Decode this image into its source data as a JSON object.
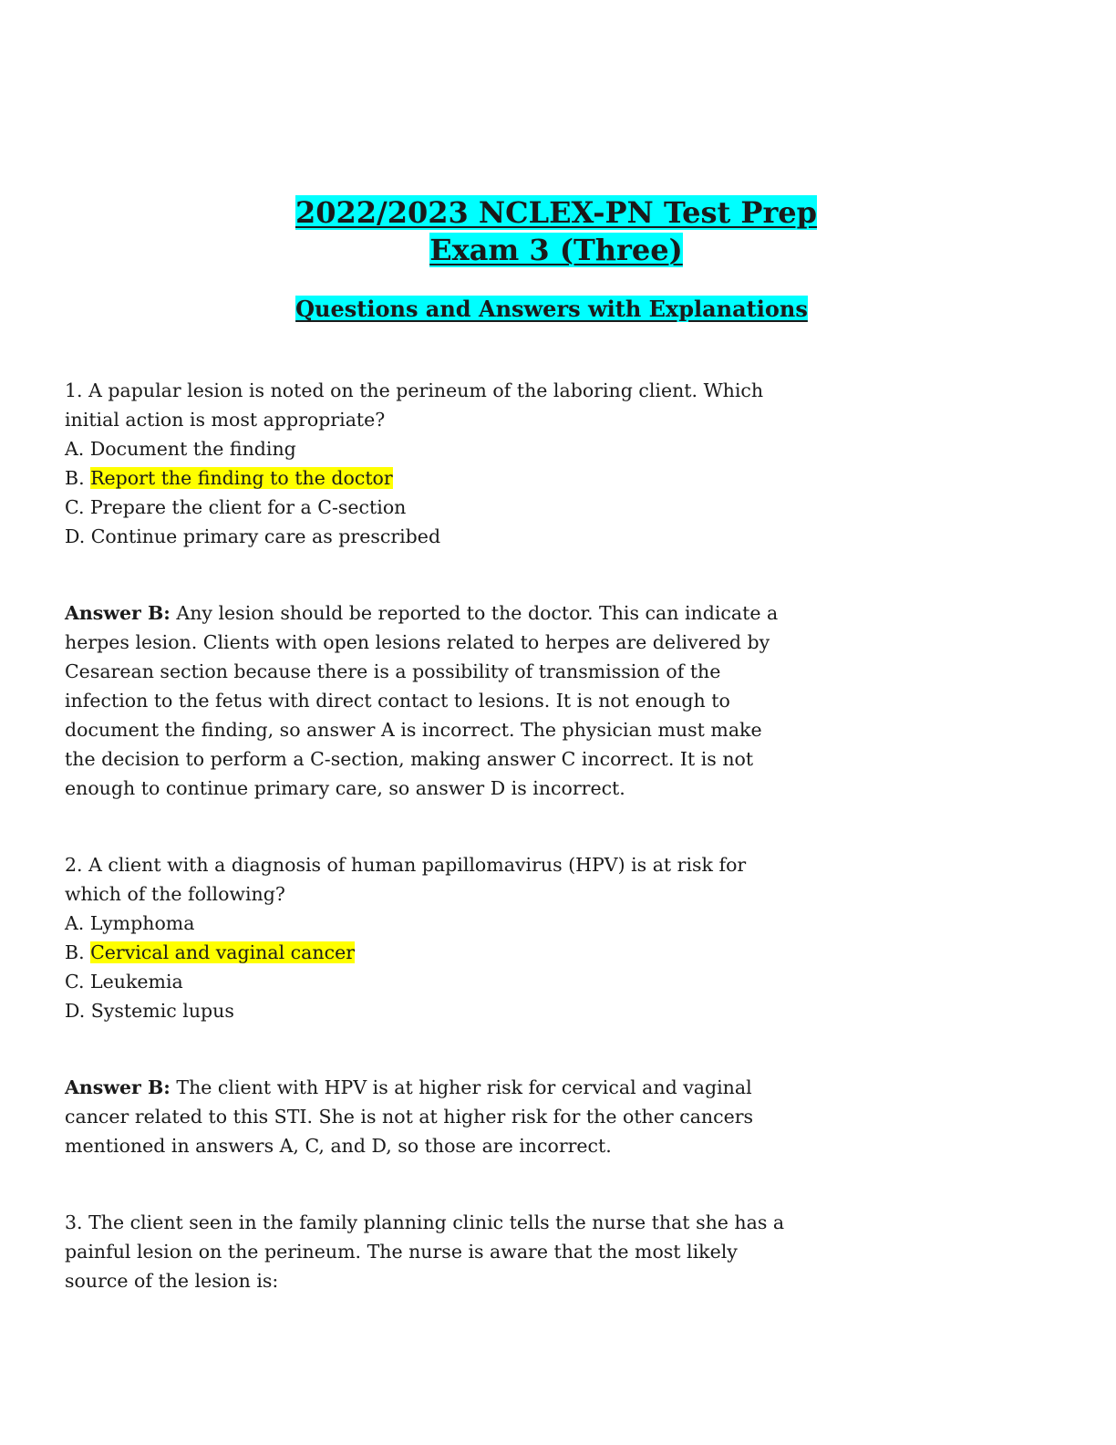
{
  "document": {
    "title_line1": "2022/2023 NCLEX-PN Test Prep ",
    "title_line2": "Exam 3 (Three)",
    "subtitle": "Questions and Answers with Explanations",
    "highlight_colors": {
      "title": "#00ffff",
      "correct_option": "#ffff00"
    }
  },
  "questions": [
    {
      "text": "1. A papular lesion is noted on the perineum of the laboring client. Which initial action is most appropriate?",
      "options": [
        {
          "prefix": "A. ",
          "text": "Document the finding"
        },
        {
          "prefix": "B. ",
          "text": "Report the finding to the doctor"
        },
        {
          "prefix": "C. ",
          "text": "Prepare the client for a C-section"
        },
        {
          "prefix": "D. ",
          "text": "Continue primary care as prescribed"
        }
      ],
      "answer_label": "Answer B:",
      "answer_text": " Any lesion should be reported to the doctor. This can indicate a herpes lesion. Clients with open lesions related to herpes are delivered by Cesarean section because there is a possibility of transmission of the infection to the fetus with direct contact to lesions. It is not enough to document the finding, so answer A is incorrect. The physician must make the decision to perform a C-section, making answer C incorrect. It is not enough to continue primary care, so answer D is incorrect."
    },
    {
      "text": "2. A client with a diagnosis of human papillomavirus (HPV) is at risk for which of the following?",
      "options": [
        {
          "prefix": "A. ",
          "text": "Lymphoma"
        },
        {
          "prefix": "B. ",
          "text": "Cervical and vaginal cancer"
        },
        {
          "prefix": "C. ",
          "text": "Leukemia"
        },
        {
          "prefix": "D. ",
          "text": "Systemic lupus"
        }
      ],
      "answer_label": "Answer B:",
      "answer_text": " The client with HPV is at higher risk for cervical and vaginal cancer related to this STI. She is not at higher risk for the other cancers mentioned in answers A, C, and D, so those are incorrect."
    },
    {
      "text": "3. The client seen in the family planning clinic tells the nurse that she has a painful lesion on the perineum. The nurse is aware that the most likely source of the lesion is:"
    }
  ]
}
